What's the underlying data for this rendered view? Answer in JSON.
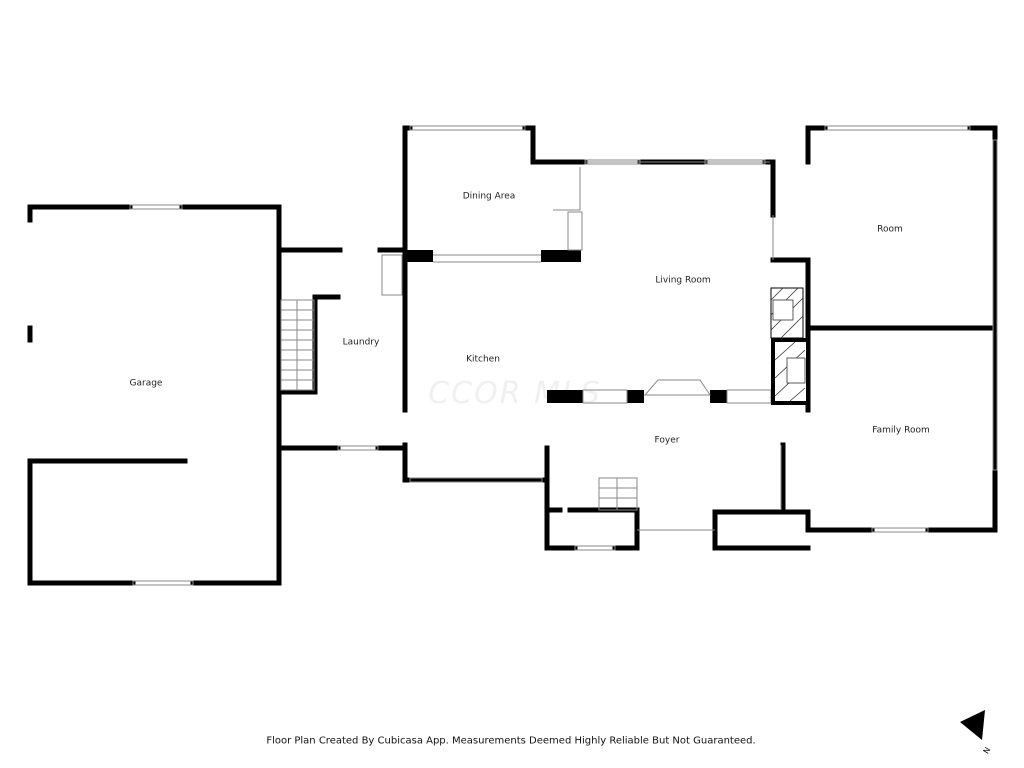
{
  "watermark": "CCOR MLS",
  "rooms": {
    "garage": "Garage",
    "laundry": "Laundry",
    "dining": "Dining Area",
    "living": "Living Room",
    "kitchen": "Kitchen",
    "room": "Room",
    "family": "Family Room",
    "foyer": "Foyer"
  },
  "footer": "Floor Plan Created By Cubicasa App. Measurements Deemed Highly Reliable But Not Guaranteed.",
  "compass": "N"
}
